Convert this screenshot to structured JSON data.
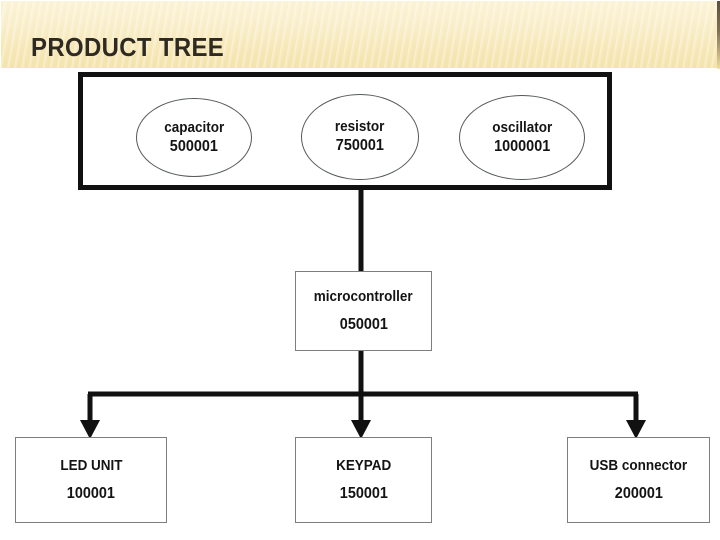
{
  "header": {
    "title": "PRODUCT TREE",
    "banner_color": "#f7e9bd",
    "title_color": "#2e2a22"
  },
  "diagram": {
    "type": "product-tree",
    "line_color": "#111111",
    "node_border_color": "#7b7f82",
    "group_box": {
      "name": "components-group-box",
      "border_color": "#111111"
    },
    "nodes": [
      {
        "id": "capacitor",
        "shape": "ellipse",
        "name": "capacitor",
        "code": "500001",
        "level": 1
      },
      {
        "id": "resistor",
        "shape": "ellipse",
        "name": "resistor",
        "code": "750001",
        "level": 1
      },
      {
        "id": "oscillator",
        "shape": "ellipse",
        "name": "oscillator",
        "code": "1000001",
        "level": 1
      },
      {
        "id": "microcontroller",
        "shape": "rect",
        "name": "microcontroller",
        "code": "050001",
        "level": 2
      },
      {
        "id": "led_unit",
        "shape": "rect",
        "name": "LED UNIT",
        "code": "100001",
        "level": 3
      },
      {
        "id": "keypad",
        "shape": "rect",
        "name": "KEYPAD",
        "code": "150001",
        "level": 3
      },
      {
        "id": "usb_connector",
        "shape": "rect",
        "name": "USB connector",
        "code": "200001",
        "level": 3
      }
    ],
    "edges": [
      {
        "from": "components-group-box",
        "to": "microcontroller",
        "arrow": false
      },
      {
        "from": "microcontroller",
        "to": "led_unit",
        "arrow": true
      },
      {
        "from": "microcontroller",
        "to": "keypad",
        "arrow": true
      },
      {
        "from": "microcontroller",
        "to": "usb_connector",
        "arrow": true
      }
    ]
  }
}
